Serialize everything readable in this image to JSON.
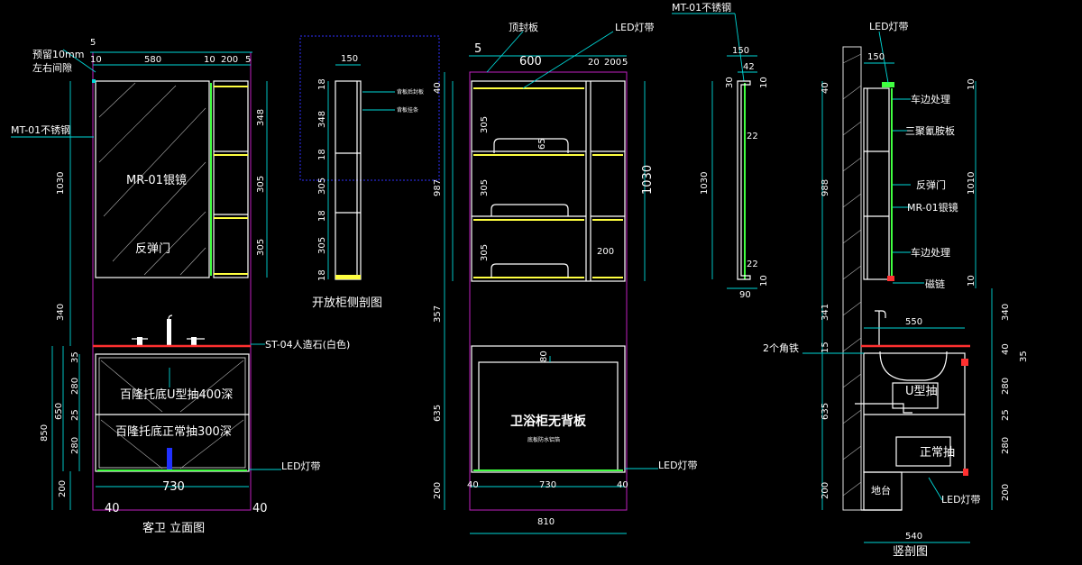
{
  "elevation": {
    "top_dims": [
      "5",
      "10",
      "580",
      "10",
      "200",
      "5"
    ],
    "gap_note_1": "预留10mm",
    "gap_note_2": "左右间隙",
    "stainless": "MT-01不锈钢",
    "mirror": "MR-01银镜",
    "door": "反弹门",
    "left_dims": [
      "1030",
      "340",
      "850",
      "200"
    ],
    "shelf_dims": [
      "348",
      "305",
      "305"
    ],
    "vanity_dims": [
      "35",
      "650",
      "280",
      "25",
      "280"
    ],
    "countertop": "ST-04人造石(白色)",
    "drawer_u": "百隆托底U型抽400深",
    "drawer_normal": "百隆托底正常抽300深",
    "led": "LED灯带",
    "width_730": "730",
    "foot_left": "40",
    "foot_right": "40",
    "caption": "客卫 立面图"
  },
  "open_section": {
    "width": "150",
    "dims": [
      "18",
      "348",
      "18",
      "305",
      "18",
      "305",
      "18"
    ],
    "back_fix": "背板后封板",
    "back_edge": "背板挂条",
    "caption": "开放柜侧剖图"
  },
  "no_back": {
    "top_board": "顶封板",
    "led": "LED灯带",
    "dim_5": "5",
    "dim_600": "600",
    "dim_20": "20",
    "dim_200": "200",
    "dim_5b": "5",
    "right_1030": "1030",
    "shelf_dims": [
      "305",
      "305",
      "305"
    ],
    "dim_65": "65",
    "dim_200b": "200",
    "left_dims": [
      "40",
      "987",
      "357",
      "635",
      "200"
    ],
    "dim_80": "80",
    "title": "卫浴柜无背板",
    "subtitle": "底板防水铝箔",
    "led_bottom": "LED灯带",
    "bottom_dims": [
      "40",
      "730",
      "40"
    ],
    "width_810": "810"
  },
  "profile": {
    "title": "MT-01不锈钢",
    "dims_top": [
      "150",
      "42"
    ],
    "dims_small": [
      "30",
      "10",
      "22",
      "22",
      "10",
      "90"
    ],
    "height": "1030"
  },
  "section": {
    "led_top": "LED灯带",
    "width_150": "150",
    "edge_top": "车边处理",
    "board": "三聚氰胺板",
    "door": "反弹门",
    "mirror": "MR-01银镜",
    "edge_bottom": "车边处理",
    "hinge": "磁链",
    "left_dims": [
      "40",
      "988",
      "341",
      "15",
      "635",
      "200"
    ],
    "right_dims": [
      "10",
      "1010",
      "10",
      "340",
      "40",
      "35",
      "280",
      "25",
      "280",
      "200"
    ],
    "width_550": "550",
    "angle": "2个角铁",
    "u_drawer": "U型抽",
    "normal_drawer": "正常抽",
    "base": "地台",
    "led_bottom": "LED灯带",
    "width_540": "540",
    "caption": "竖剖图"
  }
}
